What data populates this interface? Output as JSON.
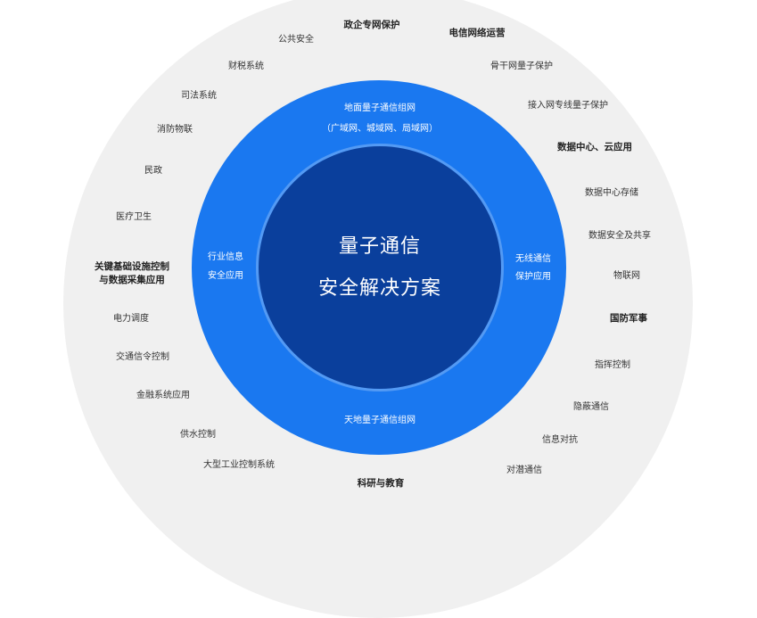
{
  "core": {
    "line1": "量子通信",
    "line2": "安全解决方案"
  },
  "ring": {
    "top_line1": "地面量子通信组网",
    "top_line2": "（广域网、城域网、局域网）",
    "left_line1": "行业信息",
    "left_line2": "安全应用",
    "right_line1": "无线通信",
    "right_line2": "保护应用",
    "bottom": "天地量子通信组网"
  },
  "categories": {
    "gov": "政企专网保护",
    "telecom": "电信网络运营",
    "datacenter": "数据中心、云应用",
    "defense": "国防军事",
    "research": "科研与教育",
    "infra_line1": "关键基础设施控制",
    "infra_line2": "与数据采集应用"
  },
  "items": {
    "public_security": "公共安全",
    "finance_tax": "财税系统",
    "judicial": "司法系统",
    "fire_iot": "消防物联",
    "civil": "民政",
    "medical": "医疗卫生",
    "backbone": "骨干网量子保护",
    "access": "接入网专线量子保护",
    "dc_storage": "数据中心存储",
    "data_share": "数据安全及共享",
    "iot": "物联网",
    "command": "指挥控制",
    "covert": "隐蔽通信",
    "info_warfare": "信息对抗",
    "submarine": "对潜通信",
    "power": "电力调度",
    "traffic": "交通信令控制",
    "finance_app": "金融系统应用",
    "water": "供水控制",
    "industrial": "大型工业控制系统"
  },
  "colors": {
    "outer": "#f0f0f0",
    "mid": "#1a78f0",
    "inner": "#0a3f9c"
  }
}
